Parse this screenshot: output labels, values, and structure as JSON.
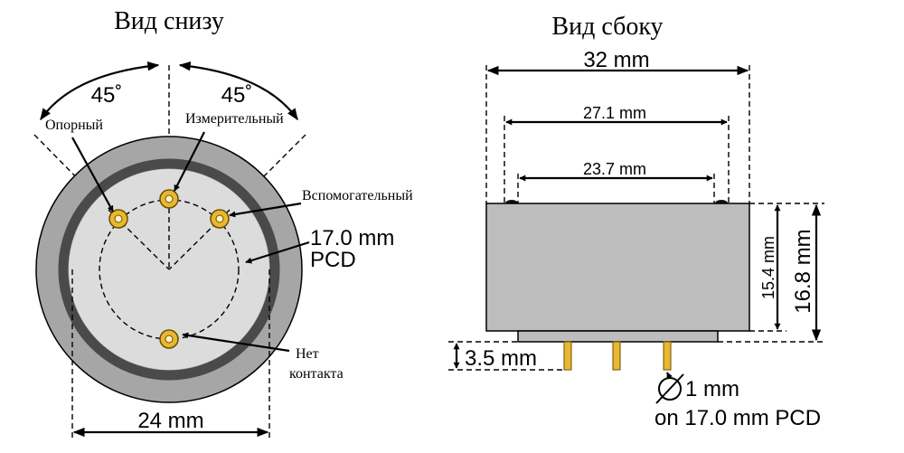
{
  "bottom_view": {
    "title": "Вид снизу",
    "angle_left": "45˚",
    "angle_right": "45˚",
    "pin_reference": "Опорный",
    "pin_measuring": "Измерительный",
    "pin_auxiliary": "Вспомогательный",
    "pcd_value": "17.0 mm",
    "pcd_label": "PCD",
    "no_contact_line1": "Нет",
    "no_contact_line2": "контакта",
    "diameter": "24 mm"
  },
  "side_view": {
    "title": "Вид сбоку",
    "width_total": "32 mm",
    "width_inner": "27.1 mm",
    "width_top": "23.7 mm",
    "height_body": "15.4 mm",
    "height_total": "16.8 mm",
    "pin_length": "3.5 mm",
    "pin_diameter": "1 mm",
    "pin_pcd": "on 17.0 mm PCD"
  },
  "colors": {
    "outer_ring": "#a6a6a6",
    "dark_band": "#4a4a4a",
    "inner_face": "#dcdcdc",
    "body": "#bdbdbd",
    "pin_gold": "#e8b830"
  }
}
